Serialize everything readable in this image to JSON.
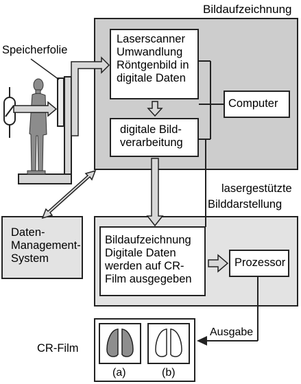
{
  "labels": {
    "bildaufzeichnung": "Bildaufzeichnung",
    "speicherfolie": "Speicherfolie",
    "lasergestuetzte": "lasergestützte",
    "bilddarstellung": "Bilddarstellung",
    "cr_film": "CR-Film",
    "ausgabe": "Ausgabe",
    "film_a": "(a)",
    "film_b": "(b)"
  },
  "boxes": {
    "laserscanner": "Laserscanner\nUmwandlung\nRöntgenbild in\ndigitale Daten",
    "computer": "Computer",
    "bildverarbeitung": "digitale Bild-\nverarbeitung",
    "daten_management": "Daten-\nManagement-\nSystem",
    "bildaufzeichnung_film": "Bildaufzeichnung\nDigitale Daten\nwerden auf CR-\nFilm ausgegeben",
    "prozessor": "Prozessor"
  }
}
